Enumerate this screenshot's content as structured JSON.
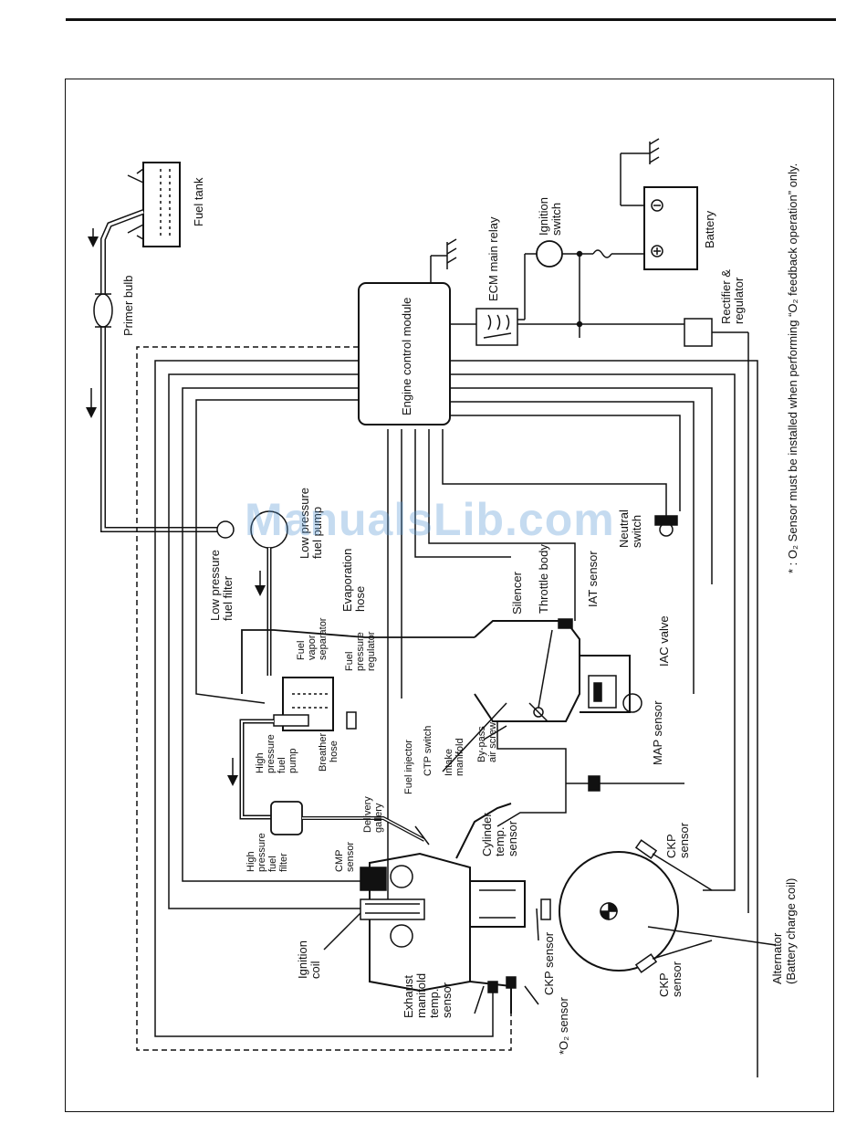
{
  "labels": {
    "fuel_tank": "Fuel tank",
    "primer_bulb": "Primer bulb",
    "low_pressure_fuel_filter": [
      "Low pressure",
      "fuel filter"
    ],
    "low_pressure_fuel_pump": [
      "Low pressure",
      "fuel pump"
    ],
    "evaporation_hose": [
      "Evaporation",
      "hose"
    ],
    "fuel_vapor_separator": [
      "Fuel",
      "vapor",
      "separator"
    ],
    "fuel_pressure_regulator": [
      "Fuel",
      "pressure",
      "regulator"
    ],
    "high_pressure_fuel_pump": [
      "High",
      "pressure",
      "fuel",
      "pump"
    ],
    "breather_hose": [
      "Breather",
      "hose"
    ],
    "high_pressure_fuel_filter": [
      "High",
      "pressure",
      "fuel",
      "filter"
    ],
    "delivery_gallery": [
      "Delivery",
      "gallery"
    ],
    "fuel_injector": "Fuel injector",
    "ctp_switch": "CTP switch",
    "intake_manifold": [
      "Intake",
      "manifold"
    ],
    "bypass_air_screw": [
      "By-pass",
      "air screw"
    ],
    "cmp_sensor": [
      "CMP",
      "sensor"
    ],
    "ignition_coil": [
      "Ignition",
      "coil"
    ],
    "exhaust_manifold_temp_sensor": [
      "Exhaust",
      "manifold",
      "temp.",
      "sensor"
    ],
    "o2_sensor": "*O₂ sensor",
    "ckp_sensor_lower": "CKP sensor",
    "cylinder_temp_sensor": [
      "Cylinder",
      "temp.",
      "sensor"
    ],
    "ckp_sensor_right_a": [
      "CKP",
      "sensor"
    ],
    "ckp_sensor_right_b": [
      "CKP",
      "sensor"
    ],
    "alternator": [
      "Alternator",
      "(Battery charge coil)"
    ],
    "silencer": "Silencer",
    "throttle_body": "Throttle body",
    "iat_sensor": "IAT sensor",
    "iac_valve": "IAC valve",
    "map_sensor": "MAP sensor",
    "neutral_switch": [
      "Neutral",
      "switch"
    ],
    "engine_control_module": "Engine control module",
    "ecm_main_relay": "ECM main relay",
    "ignition_switch": [
      "Ignition",
      "switch"
    ],
    "battery": "Battery",
    "rectifier_regulator": [
      "Rectifier &",
      "regulator"
    ]
  },
  "footnote": "* : O₂ Sensor must be installed when performing “O₂ feedback operation” only.",
  "watermark": "ManualsLib.com",
  "colors": {
    "ink": "#111111",
    "watermark": "#5b9bd5"
  }
}
